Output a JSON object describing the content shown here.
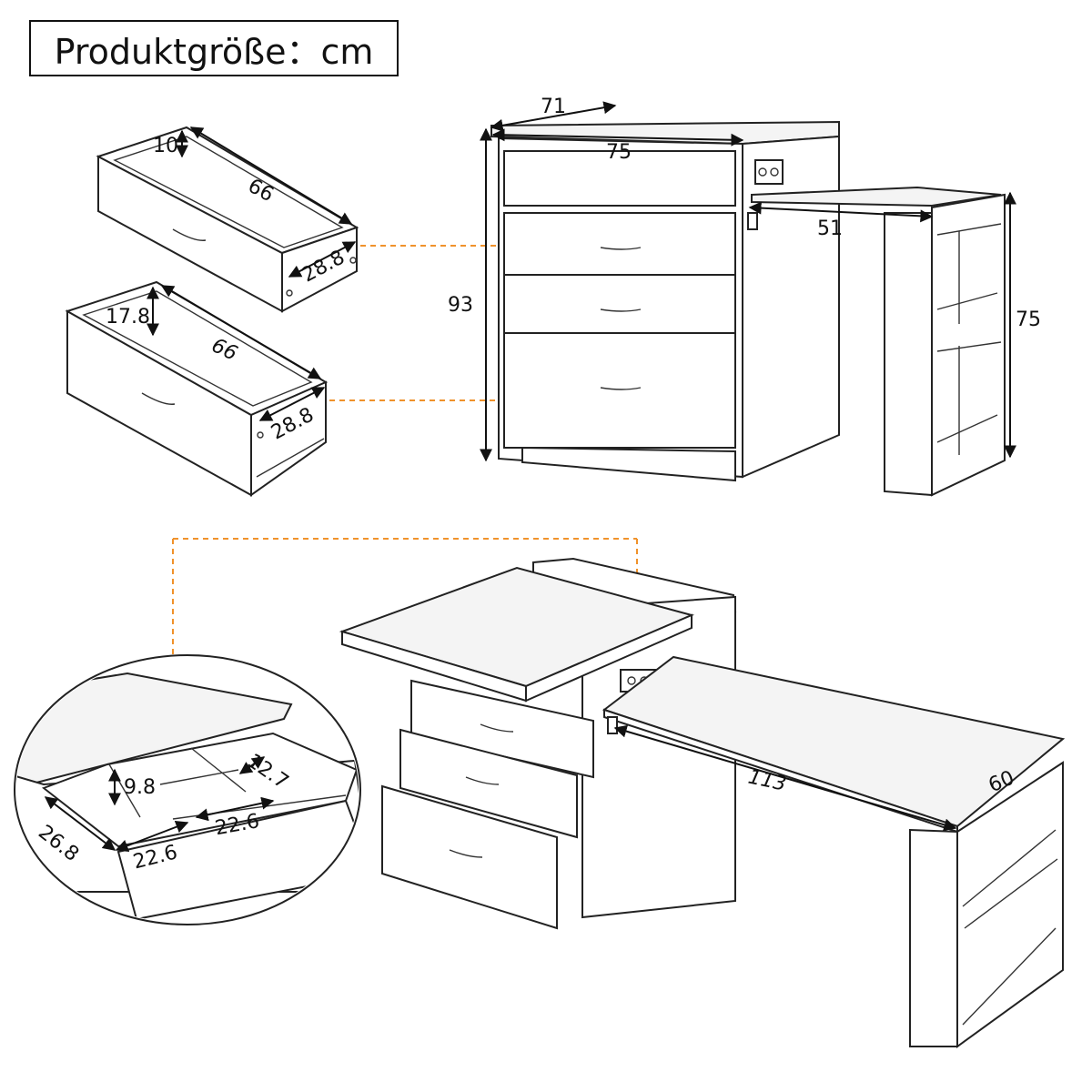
{
  "title": "Produktgröße：cm",
  "dimensions": {
    "cabinet_depth": "71",
    "cabinet_width": "75",
    "cabinet_height": "93",
    "side_table_length": "51",
    "side_table_height": "75",
    "small_drawer_height": "10",
    "small_drawer_length": "66",
    "small_drawer_width": "28.8",
    "large_drawer_height": "17.8",
    "large_drawer_length": "66",
    "large_drawer_width": "28.8",
    "desk_length": "113",
    "desk_depth": "60",
    "tray_depth": "9.8",
    "tray_compartment_small": "12.7",
    "tray_width_left": "26.8",
    "tray_compartment_a": "22.6",
    "tray_compartment_b": "22.6"
  },
  "colors": {
    "callout": "#f0922b",
    "line": "#222222"
  }
}
